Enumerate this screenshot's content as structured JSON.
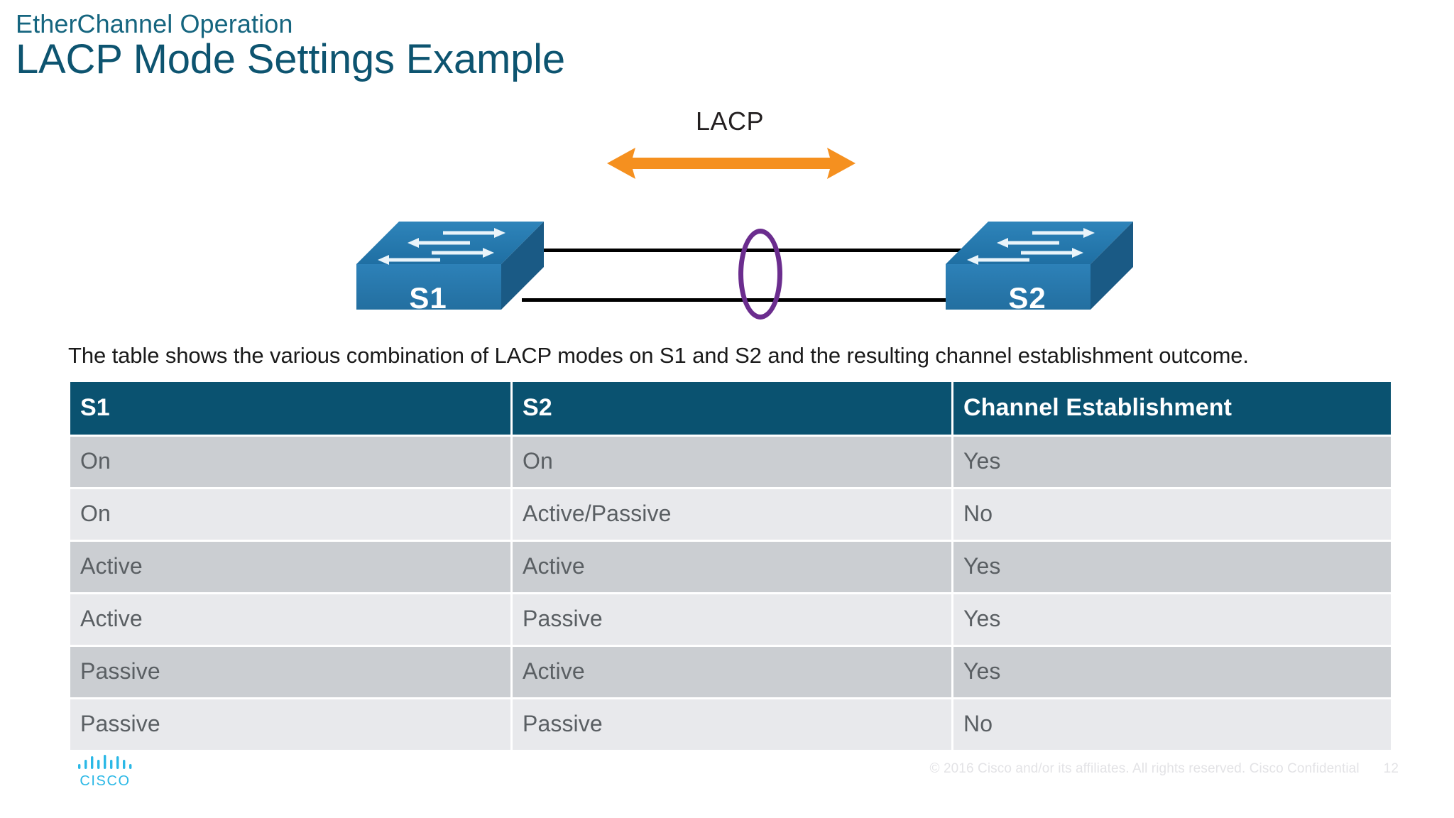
{
  "header": {
    "eyebrow": "EtherChannel Operation",
    "title": "LACP Mode Settings Example"
  },
  "diagram": {
    "protocol_label": "LACP",
    "left_switch_label": "S1",
    "right_switch_label": "S2",
    "arrow_color": "#F5901F",
    "ellipse_color": "#6B2D8E",
    "switch_color": "#2A7FB5",
    "link_count": 2
  },
  "body_text": "The table shows the various combination of LACP modes on S1 and S2 and the resulting channel establishment outcome.",
  "table": {
    "header_color": "#0A5270",
    "columns": [
      "S1",
      "S2",
      "Channel Establishment"
    ],
    "rows": [
      [
        "On",
        "On",
        "Yes"
      ],
      [
        "On",
        "Active/Passive",
        "No"
      ],
      [
        "Active",
        "Active",
        "Yes"
      ],
      [
        "Active",
        "Passive",
        "Yes"
      ],
      [
        "Passive",
        "Active",
        "Yes"
      ],
      [
        "Passive",
        "Passive",
        "No"
      ]
    ]
  },
  "footer": {
    "logo_text": "CISCO",
    "copyright": "© 2016  Cisco and/or its affiliates. All rights reserved.   Cisco Confidential",
    "page_number": "12"
  }
}
